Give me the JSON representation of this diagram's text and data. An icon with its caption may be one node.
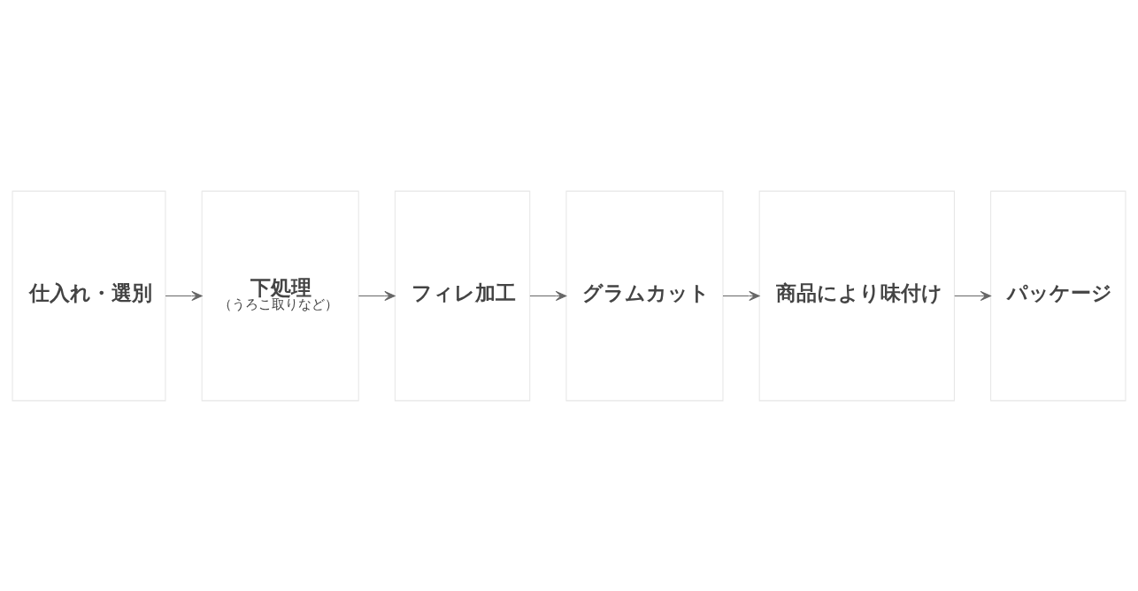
{
  "diagram": {
    "nodes": [
      {
        "text": [
          "仕入れ・選別"
        ]
      },
      {
        "text": [
          "下処理",
          "（うろこ取りなど）"
        ]
      },
      {
        "text": [
          "フィレ加工"
        ]
      },
      {
        "text": [
          "グラムカット"
        ]
      },
      {
        "text": [
          "商品により味付け"
        ]
      },
      {
        "text": [
          "パッケージ"
        ]
      }
    ],
    "edges": [
      {
        "from": 0,
        "to": 1,
        "arrow": "to"
      },
      {
        "from": 1,
        "to": 2,
        "arrow": "to"
      },
      {
        "from": 2,
        "to": 3,
        "arrow": "to"
      },
      {
        "from": 3,
        "to": 4,
        "arrow": "to"
      },
      {
        "from": 4,
        "to": 5,
        "arrow": "to"
      }
    ]
  }
}
